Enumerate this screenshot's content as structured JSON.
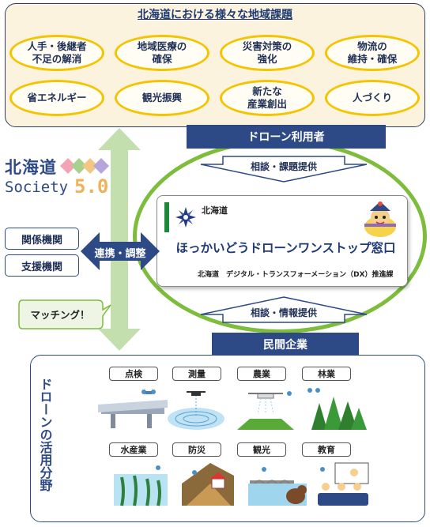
{
  "top_title": "北海道における様々な地域課題",
  "issues": [
    "人手・後継者\n不足の解消",
    "地域医療の\n確保",
    "災害対策の\n強化",
    "物流の\n維持・確保",
    "省エネルギー",
    "観光振興",
    "新たな\n産業創出",
    "人づくり"
  ],
  "drone_users": "ドローン利用者",
  "consult_issue": "相談・課題提供",
  "consult_info": "相談・情報提供",
  "private": "民間企業",
  "logo": {
    "hokkai": "北海道",
    "society": "Society",
    "version": "5.0"
  },
  "related": "関係機関",
  "support": "支援機関",
  "coordinate": "連携・調整",
  "matching": "マッチング！",
  "onestop": {
    "pref": "北海道",
    "title": "ほっかいどうドローンワンストップ窓口",
    "dept": "北海道　デジタル・トランスフォーメーション（DX）推進課"
  },
  "usage_title": "ドローンの活用分野",
  "usage_fields": [
    "点検",
    "測量",
    "農業",
    "林業",
    "水産業",
    "防災",
    "観光",
    "教育"
  ],
  "colors": {
    "navy": "#2e4a86",
    "green": "#7ebd3c",
    "yellow": "#f5c400",
    "cream": "#fbf3dd"
  }
}
